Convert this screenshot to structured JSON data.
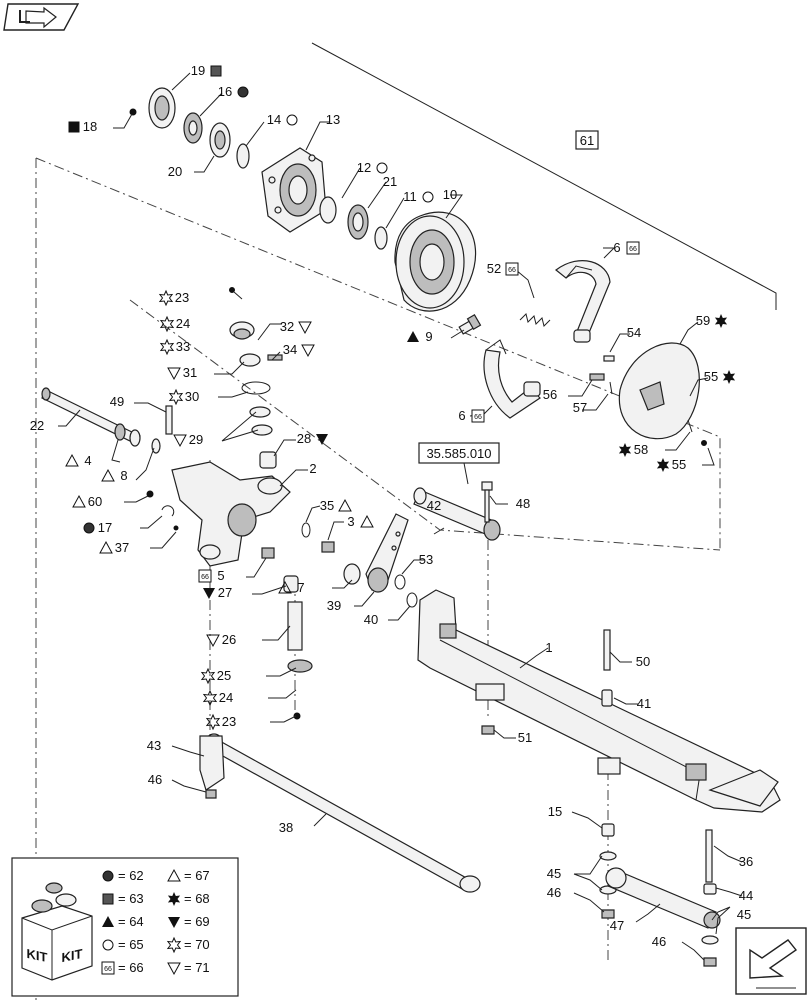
{
  "header": {
    "nav_icon": "forward-arrow-icon"
  },
  "refs": {
    "group_ref": "61",
    "assembly_ref": "35.585.010",
    "kit_ref": "66"
  },
  "callouts": [
    {
      "id": "c19",
      "text": "19",
      "sym": "sq-dark"
    },
    {
      "id": "c16",
      "text": "16",
      "sym": "circle-dark"
    },
    {
      "id": "c18",
      "text": "18",
      "sym": "sq-black"
    },
    {
      "id": "c14",
      "text": "14",
      "sym": "circle-open"
    },
    {
      "id": "c13",
      "text": "13",
      "sym": ""
    },
    {
      "id": "c20",
      "text": "20",
      "sym": ""
    },
    {
      "id": "c12",
      "text": "12",
      "sym": "circle-open"
    },
    {
      "id": "c21",
      "text": "21",
      "sym": ""
    },
    {
      "id": "c11",
      "text": "11",
      "sym": "circle-open"
    },
    {
      "id": "c10",
      "text": "10",
      "sym": ""
    },
    {
      "id": "c6a",
      "text": "6",
      "sym": "kit66"
    },
    {
      "id": "c52",
      "text": "52",
      "sym": "kit66"
    },
    {
      "id": "c23a",
      "text": "23",
      "sym": "star-open"
    },
    {
      "id": "c24a",
      "text": "24",
      "sym": "star-open"
    },
    {
      "id": "c33",
      "text": "33",
      "sym": "star-open"
    },
    {
      "id": "c32",
      "text": "32",
      "sym": "tri-down-open"
    },
    {
      "id": "c34",
      "text": "34",
      "sym": "tri-down-open"
    },
    {
      "id": "c31",
      "text": "31",
      "sym": "tri-down-open"
    },
    {
      "id": "c30",
      "text": "30",
      "sym": "star-open"
    },
    {
      "id": "c9",
      "text": "9",
      "sym": "tri-up-black"
    },
    {
      "id": "c54",
      "text": "54",
      "sym": ""
    },
    {
      "id": "c59",
      "text": "59",
      "sym": "star-black"
    },
    {
      "id": "c55a",
      "text": "55",
      "sym": "star-black"
    },
    {
      "id": "c56",
      "text": "56",
      "sym": ""
    },
    {
      "id": "c57",
      "text": "57",
      "sym": ""
    },
    {
      "id": "c6b",
      "text": "6",
      "sym": "kit66"
    },
    {
      "id": "c58",
      "text": "58",
      "sym": "star-black"
    },
    {
      "id": "c55b",
      "text": "55",
      "sym": "star-black"
    },
    {
      "id": "c22",
      "text": "22",
      "sym": ""
    },
    {
      "id": "c49",
      "text": "49",
      "sym": ""
    },
    {
      "id": "c4",
      "text": "4",
      "sym": "tri-up-open"
    },
    {
      "id": "c8",
      "text": "8",
      "sym": "tri-up-open"
    },
    {
      "id": "c29",
      "text": "29",
      "sym": "tri-down-open"
    },
    {
      "id": "c28",
      "text": "28",
      "sym": "tri-down-black"
    },
    {
      "id": "c2",
      "text": "2",
      "sym": ""
    },
    {
      "id": "c60",
      "text": "60",
      "sym": "tri-up-open"
    },
    {
      "id": "c17",
      "text": "17",
      "sym": "circle-dark"
    },
    {
      "id": "c37",
      "text": "37",
      "sym": "tri-up-open"
    },
    {
      "id": "c35",
      "text": "35",
      "sym": "tri-up-open"
    },
    {
      "id": "c3",
      "text": "3",
      "sym": "tri-up-open"
    },
    {
      "id": "c48",
      "text": "48",
      "sym": ""
    },
    {
      "id": "c42",
      "text": "42",
      "sym": ""
    },
    {
      "id": "c53",
      "text": "53",
      "sym": ""
    },
    {
      "id": "c5",
      "text": "5",
      "sym": "kit66"
    },
    {
      "id": "c27",
      "text": "27",
      "sym": "tri-down-black"
    },
    {
      "id": "c7",
      "text": "7",
      "sym": "tri-up-open"
    },
    {
      "id": "c39",
      "text": "39",
      "sym": ""
    },
    {
      "id": "c40",
      "text": "40",
      "sym": ""
    },
    {
      "id": "c26",
      "text": "26",
      "sym": "tri-down-open"
    },
    {
      "id": "c1",
      "text": "1",
      "sym": ""
    },
    {
      "id": "c50",
      "text": "50",
      "sym": ""
    },
    {
      "id": "c41",
      "text": "41",
      "sym": ""
    },
    {
      "id": "c25",
      "text": "25",
      "sym": "star-open"
    },
    {
      "id": "c24b",
      "text": "24",
      "sym": "star-open"
    },
    {
      "id": "c23b",
      "text": "23",
      "sym": "star-open"
    },
    {
      "id": "c51",
      "text": "51",
      "sym": ""
    },
    {
      "id": "c43",
      "text": "43",
      "sym": ""
    },
    {
      "id": "c46a",
      "text": "46",
      "sym": ""
    },
    {
      "id": "c38",
      "text": "38",
      "sym": ""
    },
    {
      "id": "c15",
      "text": "15",
      "sym": ""
    },
    {
      "id": "c36",
      "text": "36",
      "sym": ""
    },
    {
      "id": "c45a",
      "text": "45",
      "sym": ""
    },
    {
      "id": "c46b",
      "text": "46",
      "sym": ""
    },
    {
      "id": "c44",
      "text": "44",
      "sym": ""
    },
    {
      "id": "c45b",
      "text": "45",
      "sym": ""
    },
    {
      "id": "c47",
      "text": "47",
      "sym": ""
    },
    {
      "id": "c46c",
      "text": "46",
      "sym": ""
    }
  ],
  "legend": {
    "kit_label_1": "KIT",
    "kit_label_2": "KIT",
    "items": [
      {
        "sym": "circle-dark",
        "text": "= 62"
      },
      {
        "sym": "sq-dark",
        "text": "= 63"
      },
      {
        "sym": "tri-up-black",
        "text": "= 64"
      },
      {
        "sym": "circle-open",
        "text": "= 65"
      },
      {
        "sym": "kit66",
        "text": "= 66"
      },
      {
        "sym": "tri-up-open",
        "text": "= 67"
      },
      {
        "sym": "star-black",
        "text": "= 68"
      },
      {
        "sym": "tri-down-black",
        "text": "= 69"
      },
      {
        "sym": "star-open",
        "text": "= 70"
      },
      {
        "sym": "tri-down-open",
        "text": "= 71"
      }
    ]
  },
  "footer": {
    "nav_icon": "return-arrow-icon"
  }
}
